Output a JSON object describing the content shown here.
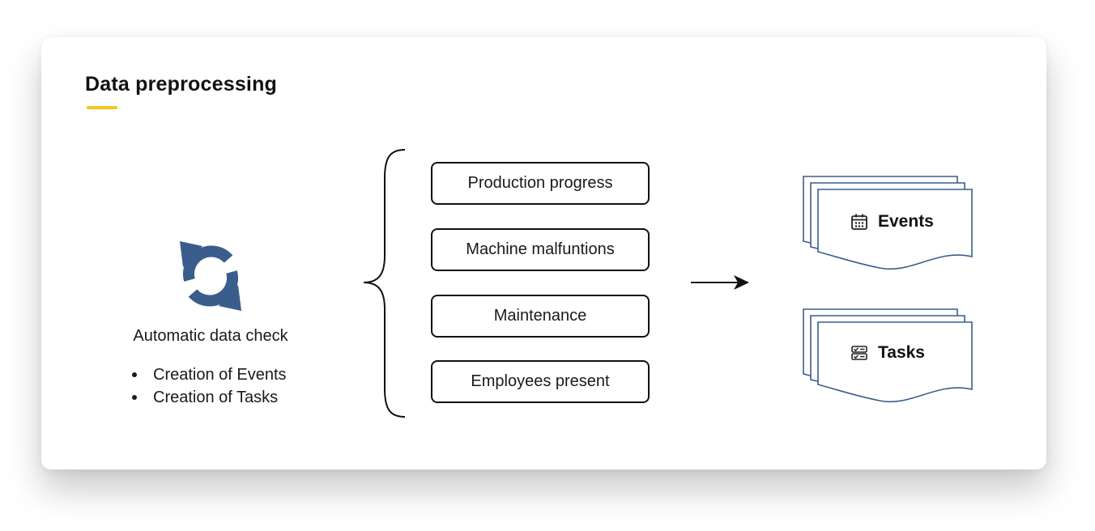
{
  "title": "Data preprocessing",
  "left": {
    "icon": "refresh-icon",
    "label": "Automatic data check",
    "bullets": [
      "Creation of Events",
      "Creation of Tasks"
    ]
  },
  "categories": [
    "Production progress",
    "Machine malfuntions",
    "Maintenance",
    "Employees present"
  ],
  "outputs": [
    {
      "label": "Events",
      "icon": "calendar-icon"
    },
    {
      "label": "Tasks",
      "icon": "task-list-icon"
    }
  ],
  "colors": {
    "accent": "#f5c518",
    "icon_blue": "#3a5d8c",
    "doc_stroke": "#3a5d8c",
    "text": "#1a1a1a"
  }
}
